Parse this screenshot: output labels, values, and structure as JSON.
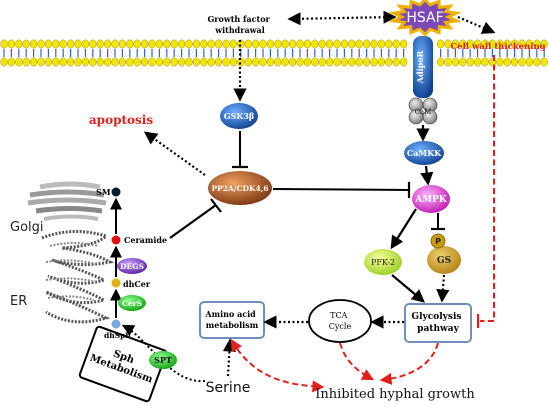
{
  "signal": {
    "hsaf": "HSAF",
    "adipor": "AdipoR",
    "growth_factor_withdrawal": "Growth factor\nwithdrawal",
    "cell_wall_thickening": "Cell wall thickening",
    "gsk3b": "GSK3β",
    "pp2a": "PP2A/CDK4,6",
    "apoptosis": "apoptosis",
    "camkk": "CaMKK",
    "ampk": "AMPK",
    "pfk2": "PFK-2",
    "p": "P",
    "gs": "GS",
    "receptor_hub": "CaM"
  },
  "metabolism": {
    "glycolysis": "Glycolysis\npathway",
    "tca": "TCA\nCycle",
    "amino_acid": "Amino acid\nmetabolism",
    "serine": "Serine",
    "inhibited": "Inhibited hyphal growth"
  },
  "sphingolipid": {
    "golgi": "Golgi",
    "er": "ER",
    "sm": "SM",
    "ceramide": "Ceramide",
    "degs": "DEGS",
    "dhcer": "dhCer",
    "cers": "CerS",
    "dhsph": "dhSph",
    "spt": "SPT",
    "sph_metabolism": "Sph\nMetabolism"
  },
  "colors": {
    "membrane_bead": "#f2e600",
    "membrane_tail": "#3a5fcd",
    "hsaf_fill": "#6b3aa8",
    "red_arrow": "#e0201a",
    "box_border": "#6e8fb8",
    "apoptosis_text": "#e0201a"
  }
}
